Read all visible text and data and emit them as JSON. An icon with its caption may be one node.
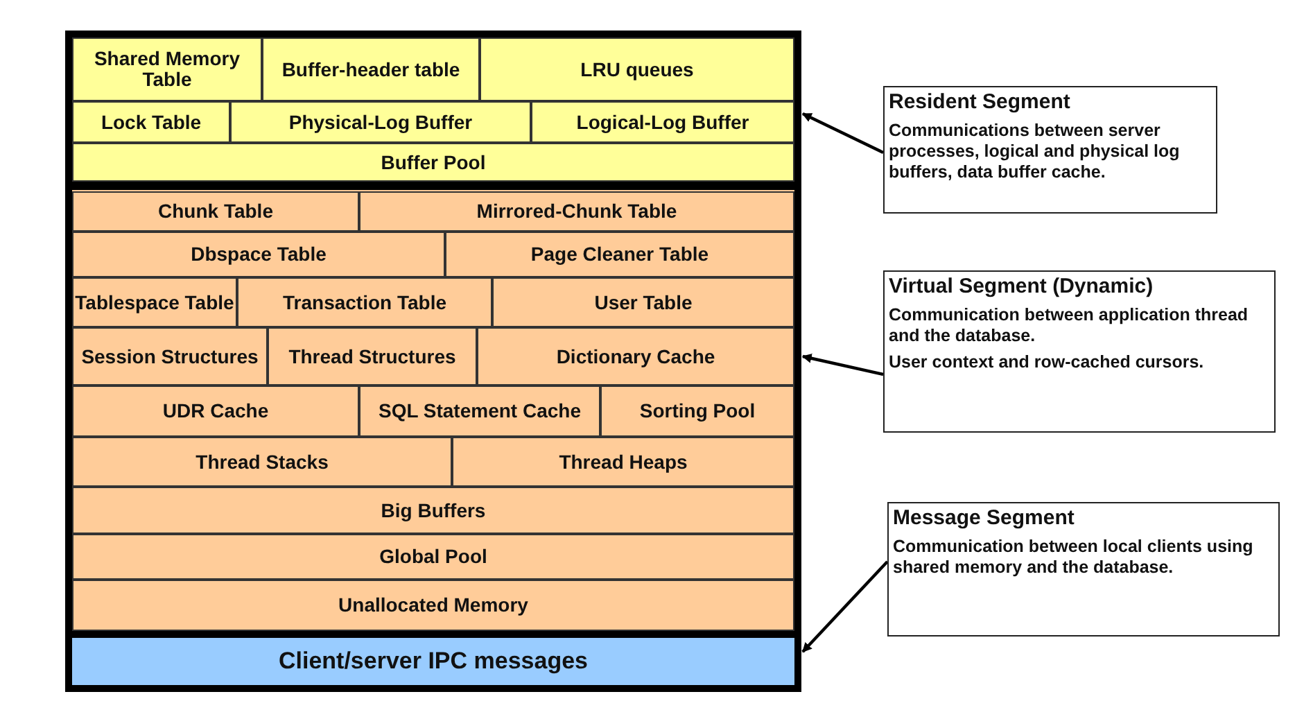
{
  "diagram": {
    "nodes": [
      {
        "text": [],
        "shape": "box"
      },
      {
        "text": [
          "Shared Memory Table"
        ],
        "in": 0
      },
      {
        "text": [
          "Buffer-header table"
        ],
        "in": 0
      },
      {
        "text": [
          "LRU queues"
        ],
        "in": 0
      },
      {
        "text": [
          "Lock Table"
        ],
        "in": 0
      },
      {
        "text": [
          "Physical-Log Buffer"
        ],
        "in": 0
      },
      {
        "text": [
          "Logical-Log Buffer"
        ],
        "in": 0
      },
      {
        "text": [
          "Buffer Pool"
        ],
        "in": 0
      },
      {
        "text": [],
        "shape": "box"
      },
      {
        "text": [
          "Chunk Table"
        ],
        "in": 8
      },
      {
        "text": [
          "Mirrored-Chunk Table"
        ],
        "in": 8
      },
      {
        "text": [
          "Dbspace Table"
        ],
        "in": 8
      },
      {
        "text": [
          "Page Cleaner Table"
        ],
        "in": 8
      },
      {
        "text": [
          "Tablespace Table"
        ],
        "in": 8
      },
      {
        "text": [
          "Transaction Table"
        ],
        "in": 8
      },
      {
        "text": [
          "User Table"
        ],
        "in": 8
      },
      {
        "text": [
          "Session Structures"
        ],
        "in": 8
      },
      {
        "text": [
          "Thread Structures"
        ],
        "in": 8
      },
      {
        "text": [
          "Dictionary Cache"
        ],
        "in": 8
      },
      {
        "text": [
          "UDR Cache"
        ],
        "in": 8
      },
      {
        "text": [
          "SQL Statement Cache"
        ],
        "in": 8
      },
      {
        "text": [
          "Sorting Pool"
        ],
        "in": 8
      },
      {
        "text": [
          "Thread Stacks"
        ],
        "in": 8
      },
      {
        "text": [
          "Thread Heaps"
        ],
        "in": 8
      },
      {
        "text": [
          "Big Buffers"
        ],
        "in": 8
      },
      {
        "text": [
          "Global Pool"
        ],
        "in": 8
      },
      {
        "text": [
          "Unallocated Memory"
        ],
        "in": 8
      },
      {
        "text": [
          "Client/server IPC messages"
        ]
      },
      {
        "text": [
          "Resident Segment",
          "Communications between server processes, logical and physical log buffers, data buffer cache."
        ]
      },
      {
        "text": [
          "Virtual Segment (Dynamic)",
          "Communication between application thread and the database.",
          "User context and row-cached cursors."
        ]
      },
      {
        "text": [
          "Message Segment",
          "Communication between local clients using shared memory and the database."
        ]
      }
    ],
    "edges": [
      {
        "from": 28,
        "to": 0,
        "arrow": "to"
      },
      {
        "from": 29,
        "to": 8,
        "arrow": "to"
      },
      {
        "from": 30,
        "to": 27,
        "arrow": "to"
      }
    ]
  }
}
